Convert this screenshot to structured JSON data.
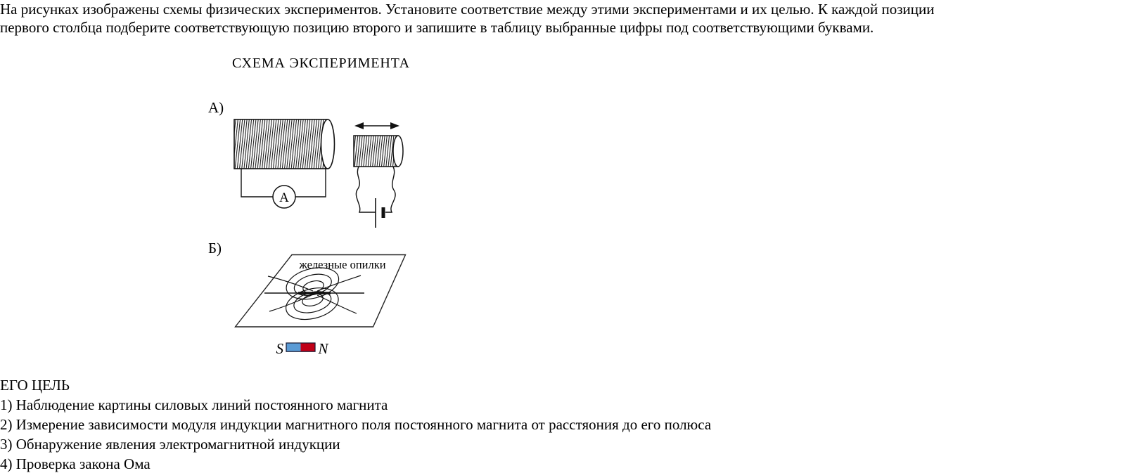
{
  "question": {
    "line1": "На рисунках изображены схемы физических экспериментов. Установите соответствие между этими экспериментами и их целью. К каждой позиции",
    "line2": "первого столбца подберите соответствующую позицию второго и запишите в таблицу выбранные цифры под соответствующими буквами."
  },
  "scheme": {
    "heading": "СХЕМА ЭКСПЕРИМЕНТА",
    "figure_a": {
      "label": "А)",
      "ammeter_label": "A"
    },
    "figure_b": {
      "label": "Б)",
      "filings_label": "железные опилки",
      "magnet": {
        "south_label": "S",
        "north_label": "N",
        "south_color": "#5b9bd5",
        "north_color": "#c00018"
      }
    }
  },
  "goal": {
    "heading": "ЕГО ЦЕЛЬ",
    "options": [
      "1) Наблюдение картины силовых линий постоянного магнита",
      "2) Измерение зависимости модуля индукции магнитного поля постоянного магнита от расстяония до его полюса",
      "3) Обнаружение явления электромагнитной индукции",
      "4) Проверка закона Ома"
    ]
  }
}
